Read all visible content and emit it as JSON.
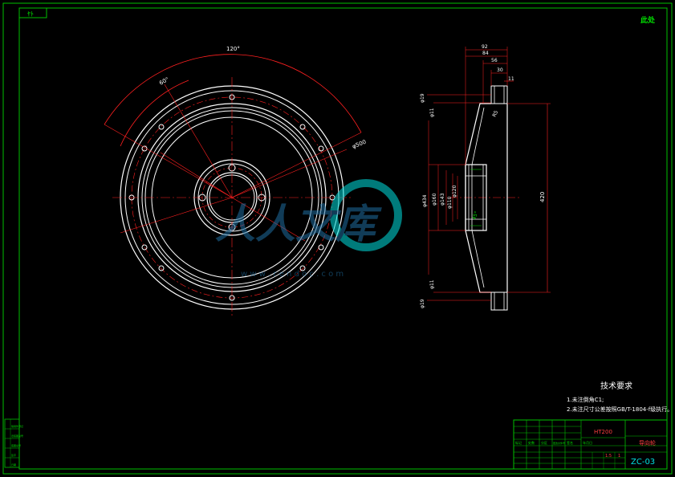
{
  "corner_tag": "ﾔﾄ",
  "corner_mark": "此处",
  "front_view": {
    "angle_outer": "120°",
    "angle_inner": "60°",
    "diameter_label": "φ500"
  },
  "side_view": {
    "dims_top": [
      "92",
      "84",
      "56",
      "30",
      "11"
    ],
    "dims_left": [
      "φ19",
      "φ11",
      "φ434",
      "φ160",
      "φ143",
      "φ110",
      "φ120",
      "φ11",
      "φ19"
    ],
    "dim_right": "420",
    "radius_label": "R5",
    "angle_label": "45°"
  },
  "watermark": {
    "text": "人人文库",
    "url": "w w w . r e n d o c . c o m"
  },
  "tech_requirements": {
    "title": "技术要求",
    "items": [
      "1.未注倒角C1;",
      "2.未注尺寸公差按照GB/T-1804-f级执行。"
    ]
  },
  "title_block": {
    "material": "HT200",
    "part_name": "导向轮",
    "drawing_no": "ZC-03",
    "scale_cells": [
      "1:5",
      "1"
    ],
    "sign_labels": [
      "标记",
      "处数",
      "分区",
      "更改文件号",
      "签名",
      "年月日"
    ]
  },
  "side_strip": [
    "借用件登记",
    "旧底图总号",
    "底图总号",
    "签字",
    "日期"
  ]
}
